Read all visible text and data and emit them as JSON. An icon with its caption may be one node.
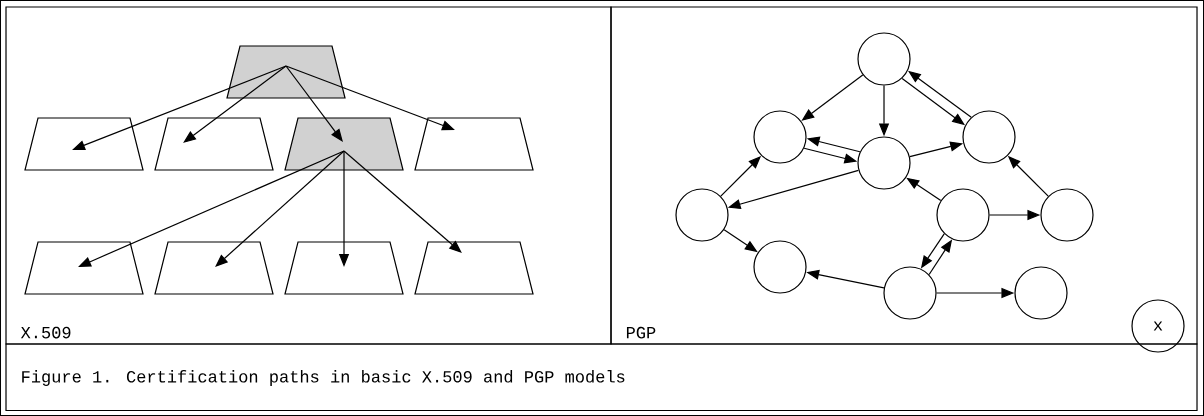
{
  "diagram": {
    "caption": "Figure 1. Certification paths in basic X.509 and PGP models",
    "nodes": [
      {
        "text": [
          "X.509"
        ]
      },
      {
        "text": [
          "PGP"
        ]
      },
      {
        "text": [],
        "shape": "trapezoid",
        "in": 0
      },
      {
        "text": [],
        "shape": "trapezoid",
        "in": 0
      },
      {
        "text": [],
        "shape": "trapezoid",
        "in": 0
      },
      {
        "text": [],
        "shape": "trapezoid",
        "in": 0
      },
      {
        "text": [],
        "shape": "trapezoid",
        "in": 0
      },
      {
        "text": [],
        "shape": "trapezoid",
        "in": 0
      },
      {
        "text": [],
        "shape": "trapezoid",
        "in": 0
      },
      {
        "text": [],
        "shape": "trapezoid",
        "in": 0
      },
      {
        "text": [],
        "shape": "trapezoid",
        "in": 0
      },
      {
        "text": [],
        "shape": "circle",
        "in": 1
      },
      {
        "text": [],
        "shape": "circle",
        "in": 1
      },
      {
        "text": [],
        "shape": "circle",
        "in": 1
      },
      {
        "text": [],
        "shape": "circle",
        "in": 1
      },
      {
        "text": [],
        "shape": "circle",
        "in": 1
      },
      {
        "text": [],
        "shape": "circle",
        "in": 1
      },
      {
        "text": [],
        "shape": "circle",
        "in": 1
      },
      {
        "text": [],
        "shape": "circle",
        "in": 1
      },
      {
        "text": [],
        "shape": "circle",
        "in": 1
      },
      {
        "text": [],
        "shape": "circle",
        "in": 1
      },
      {
        "text": [
          "x"
        ],
        "in": 1
      }
    ],
    "edges": [
      {
        "from": 2,
        "to": 3,
        "arrow": "to"
      },
      {
        "from": 2,
        "to": 4,
        "arrow": "to"
      },
      {
        "from": 2,
        "to": 5,
        "arrow": "to"
      },
      {
        "from": 2,
        "to": 6,
        "arrow": "to"
      },
      {
        "from": 5,
        "to": 7,
        "arrow": "to"
      },
      {
        "from": 5,
        "to": 8,
        "arrow": "to"
      },
      {
        "from": 5,
        "to": 9,
        "arrow": "to"
      },
      {
        "from": 5,
        "to": 10,
        "arrow": "to"
      },
      {
        "from": 11,
        "to": 12,
        "arrow": "to"
      },
      {
        "from": 11,
        "to": 13,
        "arrow": "to"
      },
      {
        "from": 11,
        "to": 14,
        "arrow": "to"
      },
      {
        "from": 14,
        "to": 11,
        "arrow": "to"
      },
      {
        "from": 12,
        "to": 13,
        "arrow": "to"
      },
      {
        "from": 13,
        "to": 12,
        "arrow": "to"
      },
      {
        "from": 13,
        "to": 14,
        "arrow": "to"
      },
      {
        "from": 15,
        "to": 12,
        "arrow": "to"
      },
      {
        "from": 13,
        "to": 15,
        "arrow": "to"
      },
      {
        "from": 16,
        "to": 13,
        "arrow": "to"
      },
      {
        "from": 16,
        "to": 17,
        "arrow": "to"
      },
      {
        "from": 17,
        "to": 14,
        "arrow": "to"
      },
      {
        "from": 15,
        "to": 18,
        "arrow": "to"
      },
      {
        "from": 19,
        "to": 18,
        "arrow": "to"
      },
      {
        "from": 16,
        "to": 19,
        "arrow": "to"
      },
      {
        "from": 19,
        "to": 16,
        "arrow": "to"
      },
      {
        "from": 19,
        "to": 20,
        "arrow": "to"
      }
    ]
  }
}
